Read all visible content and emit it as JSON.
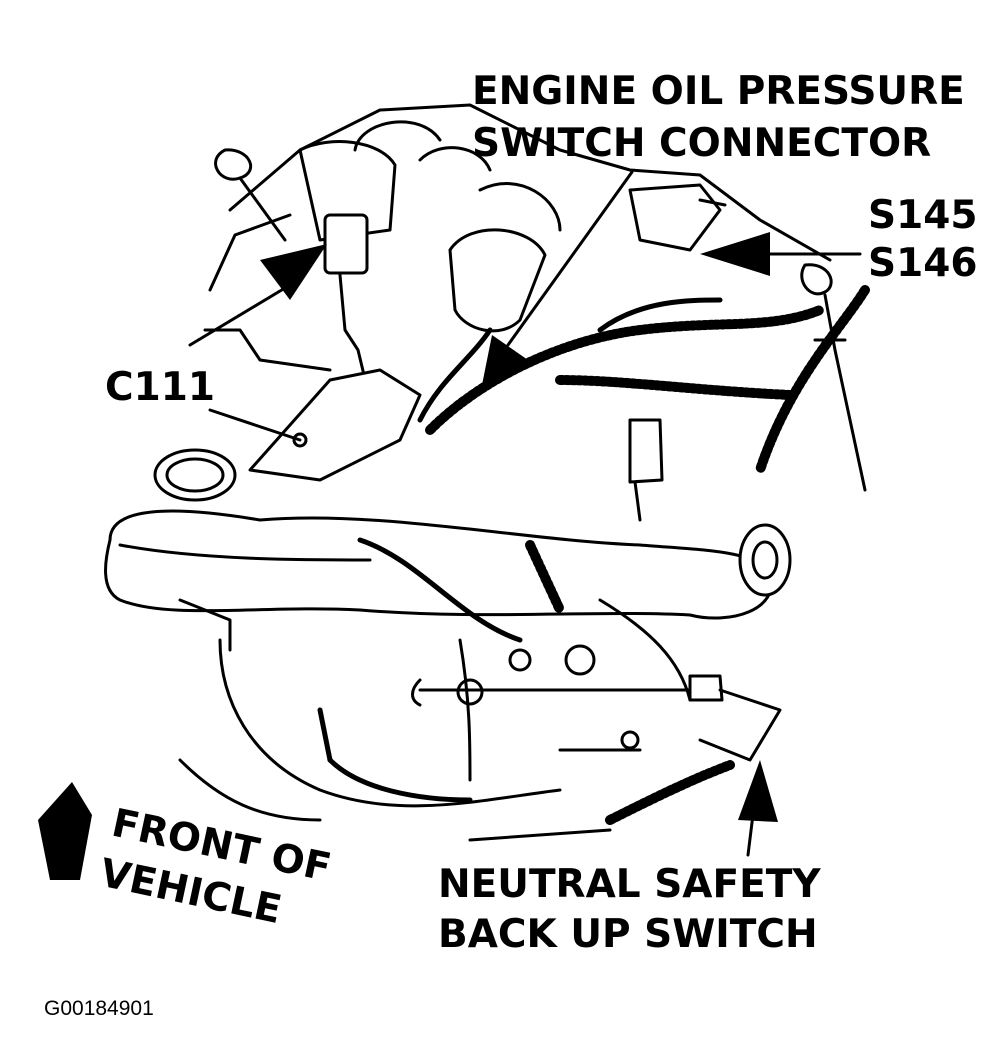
{
  "labels": {
    "oil_pressure_line1": "ENGINE OIL PRESSURE",
    "oil_pressure_line2": "SWITCH CONNECTOR",
    "s145": "S145",
    "s146": "S146",
    "c111": "C111",
    "front_line1": "FRONT OF",
    "front_line2": "VEHICLE",
    "neutral_line1": "NEUTRAL SAFETY",
    "neutral_line2": "BACK UP SWITCH"
  },
  "figure_code": "G00184901"
}
